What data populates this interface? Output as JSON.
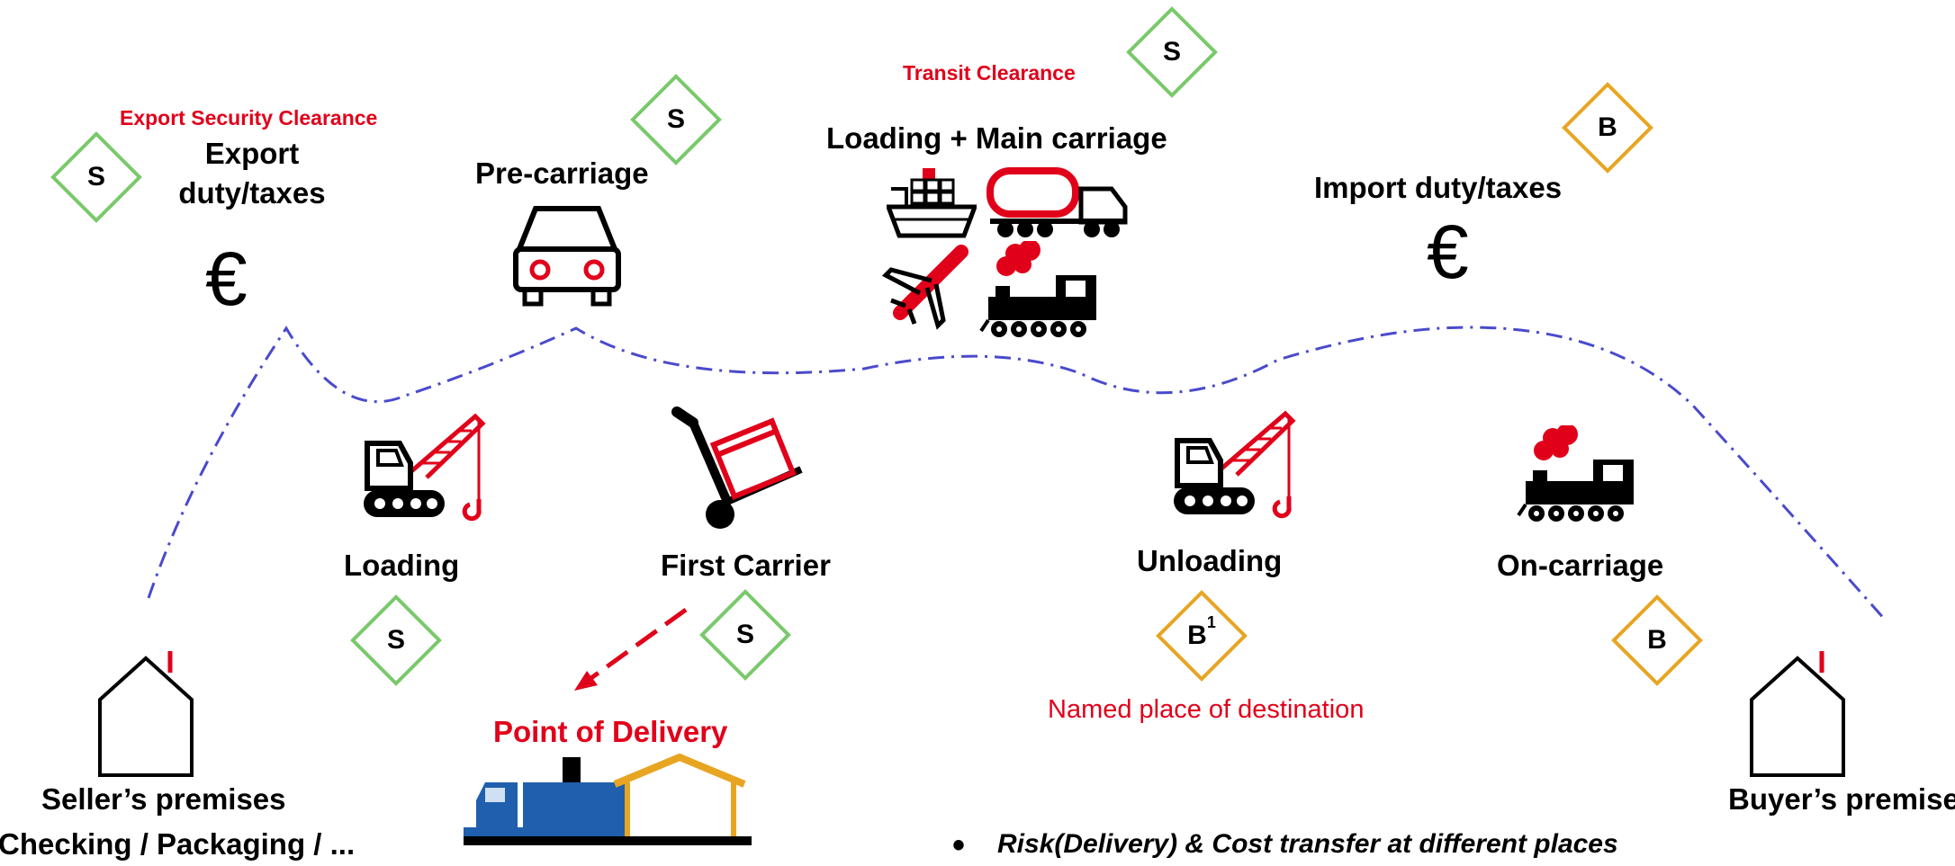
{
  "labels": {
    "export_security": "Export Security Clearance",
    "export_duty_line1": "Export",
    "export_duty_line2": "duty/taxes",
    "pre_carriage": "Pre-carriage",
    "transit_clearance": "Transit Clearance",
    "main_carriage": "Loading + Main carriage",
    "import_duty": "Import duty/taxes",
    "loading": "Loading",
    "first_carrier": "First Carrier",
    "unloading": "Unloading",
    "on_carriage": "On-carriage",
    "point_of_delivery": "Point of Delivery",
    "named_place": "Named place of destination",
    "seller_premises": "Seller’s premises",
    "buyer_premises": "Buyer’s premises",
    "bottom_left_partial": "Checking / Packaging / ...",
    "bullet_partial": "Risk(Delivery) & Cost transfer at different places"
  },
  "symbols": {
    "euro": "€",
    "bullet": "•"
  },
  "badges": {
    "export_clearance": "S",
    "pre_carriage": "S",
    "transit": "S",
    "import_duty": "B",
    "loading": "S",
    "first_carrier": "S",
    "unloading": "B",
    "unloading_sup": "1",
    "on_carriage": "B"
  },
  "colors": {
    "seller_green": "#79c96b",
    "buyer_orange": "#e8a522",
    "accent_red": "#e1001a",
    "route_blue": "#4a4acc",
    "truck_blue": "#1f5fae"
  }
}
